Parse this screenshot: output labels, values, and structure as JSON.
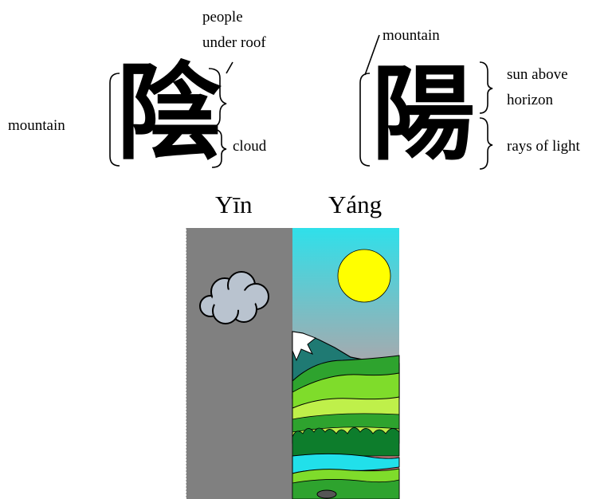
{
  "yin": {
    "character": "陰",
    "label": "Yīn",
    "parts": {
      "left": "mountain",
      "top_right": [
        "people",
        "under roof"
      ],
      "bottom_right": "cloud"
    }
  },
  "yang": {
    "character": "陽",
    "label": "Yáng",
    "parts": {
      "left": "mountain",
      "top_right": [
        "sun above",
        "horizon"
      ],
      "bottom_right": "rays of light"
    }
  },
  "illustration": {
    "yin_panel_color": "#808080",
    "sky_top_color": "#2fe0ea",
    "sky_bottom_color": "#e27a7a",
    "sun_color": "#ffff00",
    "cloud_color": "#b9c3cf",
    "grass_colors": [
      "#2ea32e",
      "#7fdc2b",
      "#bff04a",
      "#0d7d2c"
    ],
    "water_color": "#21e0ea",
    "mountain_color": "#1f7a73"
  }
}
